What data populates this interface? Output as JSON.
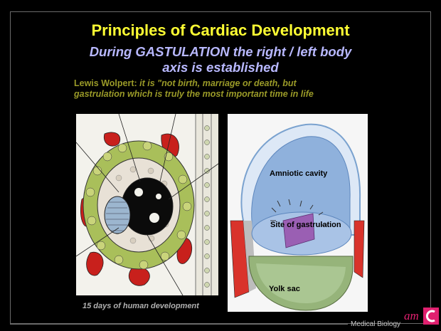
{
  "slide": {
    "title": "Principles of Cardiac Development",
    "subtitle_line1": "During GASTULATION the right / left body",
    "subtitle_line2": "axis is established",
    "quote_author": "Lewis Wolpert:",
    "quote_line1": " it is \"not birth, marriage or death, but",
    "quote_line2": "gastrulation which is truly the most important time in life",
    "caption": "15 days of human development",
    "footer": "Medical Biology",
    "logo_text": "am"
  },
  "diagram": {
    "label_amniotic": "Amniotic cavity",
    "label_site": "Site of gastrulation",
    "label_yolk": "Yolk sac"
  },
  "colors": {
    "title": "#ffff33",
    "subtitle": "#b8b8ff",
    "quote": "#9a9a28",
    "logo": "#e0206f"
  }
}
